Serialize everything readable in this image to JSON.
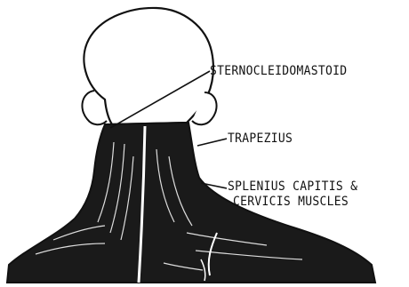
{
  "labels": {
    "sternocleidomastoid": "STERNOCLEIDOMASTOID",
    "trapezius": "TRAPEZIUS",
    "splenius_line1": "SPLENIUS CAPITIS &",
    "splenius_line2": "CERVICIS MUSCLES"
  },
  "colors": {
    "ink": "#111111",
    "muscle_fill": "#1a1a1a",
    "background": "#ffffff"
  }
}
